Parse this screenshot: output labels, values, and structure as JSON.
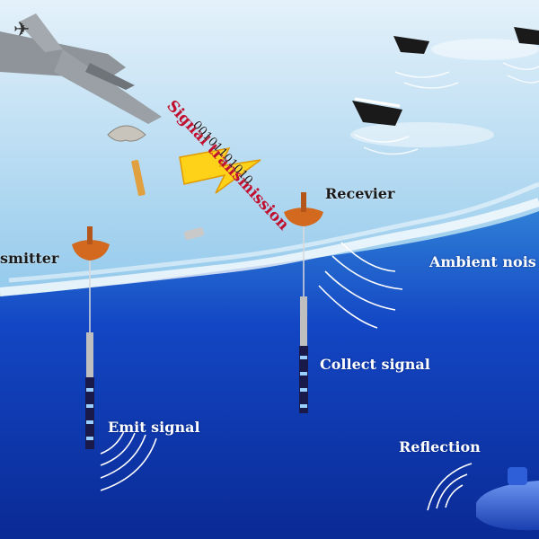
{
  "labels": {
    "signal_transmission": "Signal transmission",
    "binary_code": "00101101010",
    "receiver": "Recevier",
    "transmitter": "smitter",
    "ambient_noise": "Ambient nois",
    "collect_signal": "Collect signal",
    "emit_signal": "Emit signal",
    "reflection": "Reflection"
  },
  "colors": {
    "sky_top": "#cfe6f5",
    "sea_surface": "#6fb3e3",
    "deep_water": "#0a2f9e",
    "signal_title": "#c0102e",
    "lightning": "#ffd21a",
    "buoy": "#d2691e",
    "submarine": "#2a56d0"
  },
  "icons": [
    "aircraft-icon",
    "parachute-icon",
    "lightning-icon",
    "buoy-icon",
    "ship-icon",
    "sonobuoy-icon",
    "submarine-icon",
    "sound-wave-icon"
  ]
}
